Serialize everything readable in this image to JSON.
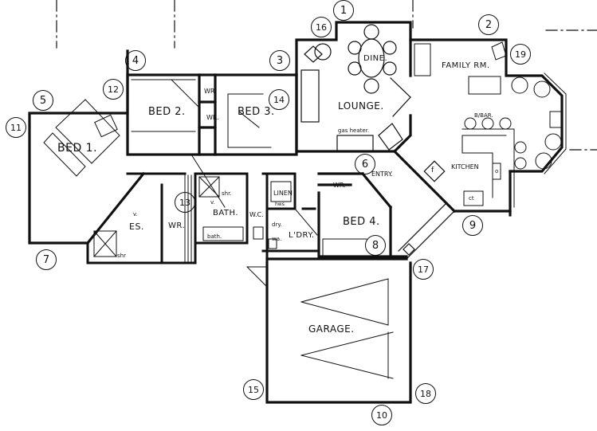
{
  "drawing": {
    "type": "hand-drawn residential floor plan",
    "rooms": [
      {
        "id": "bed1",
        "label": "BED 1."
      },
      {
        "id": "bed2",
        "label": "BED 2."
      },
      {
        "id": "bed3",
        "label": "BED 3."
      },
      {
        "id": "bed4",
        "label": "BED 4."
      },
      {
        "id": "es",
        "label": "ES."
      },
      {
        "id": "wr_bed1",
        "label": "WR."
      },
      {
        "id": "wr_bed2",
        "label": "WR."
      },
      {
        "id": "wr_bed3",
        "label": "WR."
      },
      {
        "id": "wr_bed4",
        "label": "WR."
      },
      {
        "id": "bath",
        "label": "BATH."
      },
      {
        "id": "wc",
        "label": "W.C."
      },
      {
        "id": "linen",
        "label": "LINEN"
      },
      {
        "id": "laundry",
        "label": "L'DRY."
      },
      {
        "id": "lounge",
        "label": "LOUNGE."
      },
      {
        "id": "dine",
        "label": "DINE."
      },
      {
        "id": "family",
        "label": "FAMILY RM."
      },
      {
        "id": "kitchen",
        "label": "KITCHEN"
      },
      {
        "id": "entry",
        "label": "ENTRY."
      },
      {
        "id": "garage",
        "label": "GARAGE."
      }
    ],
    "annotations": {
      "gas_heater": "gas heater.",
      "bbar": "B/BAR.",
      "shr_es": "shr",
      "shr_bath": "shr.",
      "bath_tub": "bath.",
      "dryer": "dry.",
      "wash": "wa.",
      "hws": "hws",
      "fridge": "f",
      "cooktop": "ct",
      "oven": "o",
      "v_es": "v.",
      "v_bath": "v."
    },
    "markers": [
      {
        "n": "1"
      },
      {
        "n": "2"
      },
      {
        "n": "3"
      },
      {
        "n": "4"
      },
      {
        "n": "5"
      },
      {
        "n": "6"
      },
      {
        "n": "7"
      },
      {
        "n": "8"
      },
      {
        "n": "9"
      },
      {
        "n": "10"
      },
      {
        "n": "11"
      },
      {
        "n": "12"
      },
      {
        "n": "13"
      },
      {
        "n": "14"
      },
      {
        "n": "15"
      },
      {
        "n": "16"
      },
      {
        "n": "17"
      },
      {
        "n": "18"
      },
      {
        "n": "19"
      }
    ],
    "colors": {
      "ink": "#111111",
      "paper": "#ffffff"
    }
  }
}
